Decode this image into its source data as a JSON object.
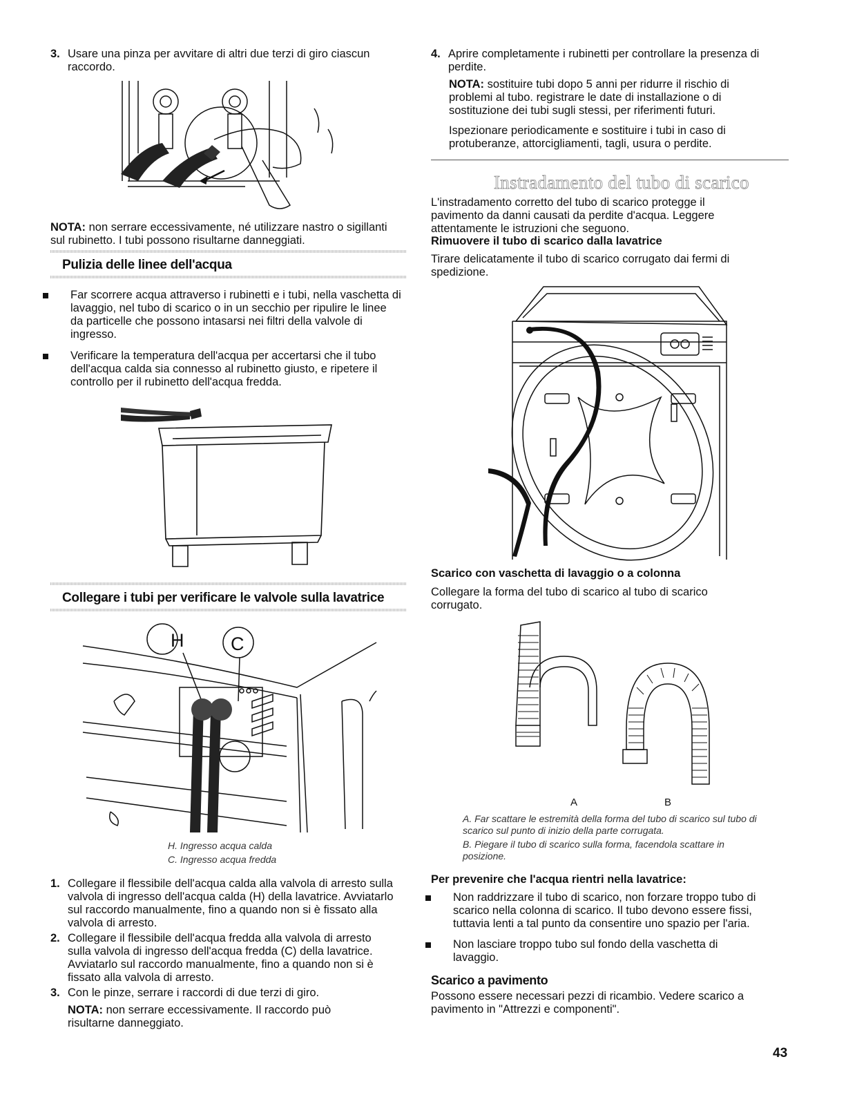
{
  "left": {
    "step3_num": "3.",
    "step3_text": "Usare una pinza per avvitare di altri due terzi di giro ciascun raccordo.",
    "note1_label": "NOTA:",
    "note1_text": " non serrare eccessivamente, né utilizzare nastro o sigillanti sul rubinetto. I tubi possono risultarne danneggiati.",
    "section1_title": "Pulizia delle linee dell'acqua",
    "bullets": [
      "Far scorrere acqua attraverso i rubinetti e i tubi, nella vaschetta di lavaggio, nel tubo di scarico o in un secchio per ripulire le linee da particelle che possono intasarsi nei filtri della valvole di ingresso.",
      "Verificare la temperatura dell'acqua per accertarsi che il tubo dell'acqua calda sia connesso al rubinetto giusto, e ripetere il controllo per il rubinetto dell'acqua fredda."
    ],
    "section2_title": "Collegare i tubi per verificare le valvole sulla lavatrice",
    "label_h": "H",
    "label_c": "C",
    "caption_h": "H. Ingresso acqua calda",
    "caption_c": "C. Ingresso acqua fredda",
    "steps": [
      {
        "num": "1.",
        "text": "Collegare il flessibile dell'acqua calda alla valvola di arresto sulla valvola di ingresso dell'acqua calda (H) della lavatrice. Avviatarlo sul raccordo manualmente, fino a quando non si è fissato alla valvola di arresto."
      },
      {
        "num": "2.",
        "text": "Collegare il flessibile dell'acqua fredda alla valvola di arresto sulla valvola di ingresso dell'acqua fredda (C) della lavatrice. Avviatarlo sul raccordo manualmente, fino a quando non si è fissato alla valvola di arresto."
      },
      {
        "num": "3.",
        "text": "Con le pinze, serrare i raccordi di due terzi di giro."
      }
    ],
    "note2_label": "NOTA:",
    "note2_text": " non serrare eccessivamente. Il raccordo può risultarne danneggiato."
  },
  "right": {
    "step4_num": "4.",
    "step4_text": "Aprire completamente i rubinetti per controllare la presenza di perdite.",
    "note_label": "NOTA:",
    "note_text": " sostituire tubi dopo 5 anni per ridurre il rischio di problemi al tubo. registrare le date di installazione o di sostituzione dei tubi sugli stessi, per riferimenti futuri.",
    "inspect_text": "Ispezionare periodicamente e sostituire i tubi in caso di protuberanze, attorcigliamenti, tagli, usura o perdite.",
    "section_title": "Instradamento del tubo di scarico",
    "intro_text": "L'instradamento corretto del tubo di scarico protegge il pavimento da danni causati da perdite d'acqua. Leggere attentamente le istruzioni che seguono.",
    "remove_title": "Rimuovere il tubo di scarico dalla lavatrice",
    "remove_text": "Tirare delicatamente il tubo di scarico corrugato dai fermi di spedizione.",
    "standpipe_title": "Scarico con vaschetta di lavaggio o a colonna",
    "standpipe_text": "Collegare la forma del tubo di scarico al tubo di scarico corrugato.",
    "fig_a": "A",
    "fig_b": "B",
    "caption_a": "A. Far scattare le estremità della forma del tubo di scarico sul tubo di scarico sul punto di inizio della parte corrugata.",
    "caption_b": "B. Piegare il tubo di scarico sulla forma, facendola scattare in posizione.",
    "prevent_title": "Per prevenire che l'acqua rientri nella lavatrice:",
    "prevent_bullets": [
      "Non raddrizzare il tubo di scarico, non forzare troppo tubo di scarico nella colonna di scarico. Il tubo devono essere fissi, tuttavia lenti a tal punto da consentire uno spazio per l'aria.",
      "Non lasciare troppo tubo sul fondo della vaschetta di lavaggio."
    ],
    "floor_title": "Scarico a pavimento",
    "floor_text": "Possono essere necessari pezzi di ricambio. Vedere scarico a pavimento in \"Attrezzi e componenti\"."
  },
  "page_number": "43"
}
